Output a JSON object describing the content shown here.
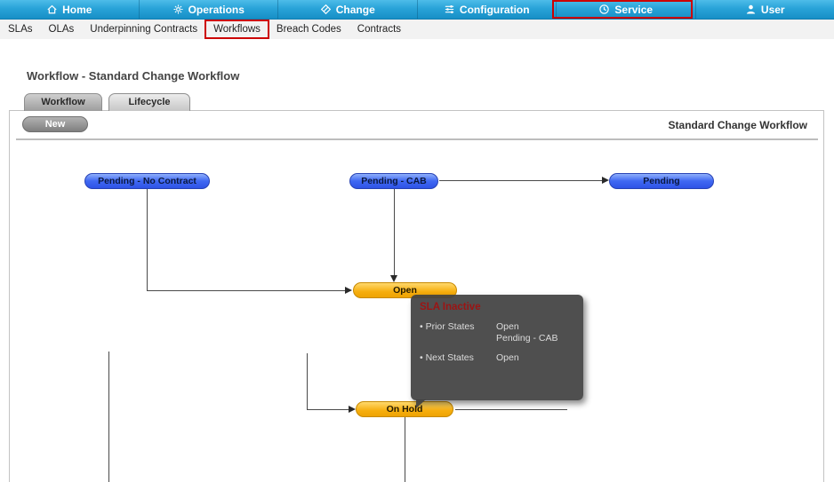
{
  "top_nav": {
    "bg_color": "#29a3d8",
    "items": [
      {
        "label": "Home",
        "icon": "home-icon"
      },
      {
        "label": "Operations",
        "icon": "operations-icon"
      },
      {
        "label": "Change",
        "icon": "change-icon"
      },
      {
        "label": "Configuration",
        "icon": "configuration-icon"
      },
      {
        "label": "Service",
        "icon": "service-icon",
        "highlighted": true
      },
      {
        "label": "User",
        "icon": "user-icon"
      }
    ]
  },
  "sub_nav": {
    "items": [
      {
        "label": "SLAs"
      },
      {
        "label": "OLAs"
      },
      {
        "label": "Underpinning Contracts"
      },
      {
        "label": "Workflows",
        "highlighted": true
      },
      {
        "label": "Breach Codes"
      },
      {
        "label": "Contracts"
      }
    ]
  },
  "page": {
    "title": "Workflow - Standard Change Workflow",
    "tabs": [
      {
        "label": "Workflow",
        "active": true
      },
      {
        "label": "Lifecycle",
        "active": false
      }
    ],
    "new_button_label": "New",
    "workflow_name": "Standard Change Workflow"
  },
  "diagram": {
    "node_colors": {
      "blue": "#3f68f2",
      "orange": "#f6ae0e"
    },
    "nodes": [
      {
        "label": "Pending - No Contract",
        "type": "blue"
      },
      {
        "label": "Pending - CAB",
        "type": "blue"
      },
      {
        "label": "Pending",
        "type": "blue"
      },
      {
        "label": "Open",
        "type": "orange"
      },
      {
        "label": "On Hold",
        "type": "orange"
      }
    ],
    "tooltip": {
      "title": "SLA Inactive",
      "title_color": "#9c1414",
      "rows": [
        {
          "label": "• Prior States",
          "values": [
            "Open",
            "Pending - CAB"
          ]
        },
        {
          "label": "• Next States",
          "values": [
            "Open"
          ]
        }
      ]
    }
  },
  "annotations": {
    "color": "#cc0000"
  }
}
